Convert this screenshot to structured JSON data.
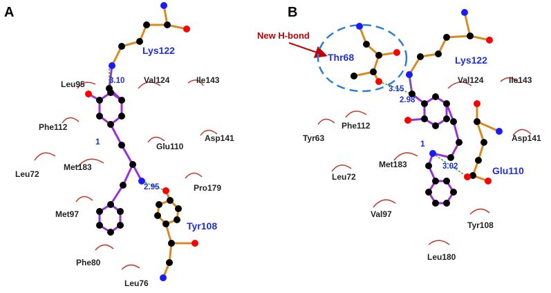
{
  "panels": {
    "A": {
      "label": "A",
      "ligand_number": "1",
      "hbond_residues": [
        "Lys122",
        "Tyr108"
      ],
      "hydrophobic_residues": [
        "Leu95",
        "Val124",
        "Ile143",
        "Phe112",
        "Asp141",
        "Glu110",
        "Met183",
        "Leu72",
        "Pro179",
        "Met97",
        "Phe80",
        "Leu76"
      ],
      "distances": [
        "3.10",
        "2.95"
      ]
    },
    "B": {
      "label": "B",
      "ligand_number": "1",
      "annotation": "New H-bond",
      "hbond_residues": [
        "Thr68",
        "Lys122",
        "Glu110"
      ],
      "hydrophobic_residues": [
        "Val124",
        "Ile143",
        "Phe112",
        "Tyr63",
        "Asp141",
        "Met183",
        "Leu72",
        "Val97",
        "Tyr108",
        "Leu180"
      ],
      "distances": [
        "3.15",
        "2.98",
        "3.02"
      ]
    }
  },
  "colors": {
    "ligand_bond": "#9b30d9",
    "residue_bond": "#d98a1f",
    "carbon": "#000000",
    "oxygen": "#ff0000",
    "nitrogen": "#1a1aff",
    "hbond": "#2fa82f",
    "hydrophobic_arc": "#c0392b",
    "residue_label": "#1f2fd8",
    "annotation": "#c00000",
    "highlight_ellipse": "#2a7fd4"
  }
}
